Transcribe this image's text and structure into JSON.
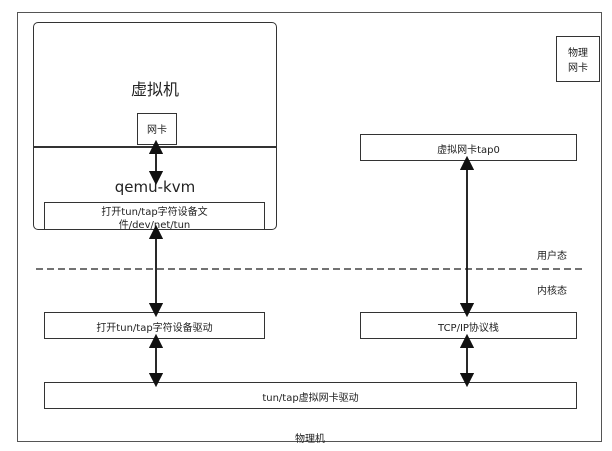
{
  "outer": {
    "label": "物理机"
  },
  "vm": {
    "title": "虚拟机",
    "nic_label": "网卡"
  },
  "qemu": {
    "title": "qemu-kvm",
    "open_dev_line1": "打开tun/tap字符设备文",
    "open_dev_line2": "件/dev/net/tun"
  },
  "physical_nic": {
    "line1": "物理",
    "line2": "网卡"
  },
  "virtual_nic": {
    "label": "虚拟网卡tap0"
  },
  "user_space": {
    "label": "用户态"
  },
  "kernel_space": {
    "label": "内核态"
  },
  "driver_open": {
    "label": "打开tun/tap字符设备驱动"
  },
  "tcpip": {
    "label": "TCP/IP协议栈"
  },
  "tun_driver": {
    "label": "tun/tap虚拟网卡驱动"
  }
}
